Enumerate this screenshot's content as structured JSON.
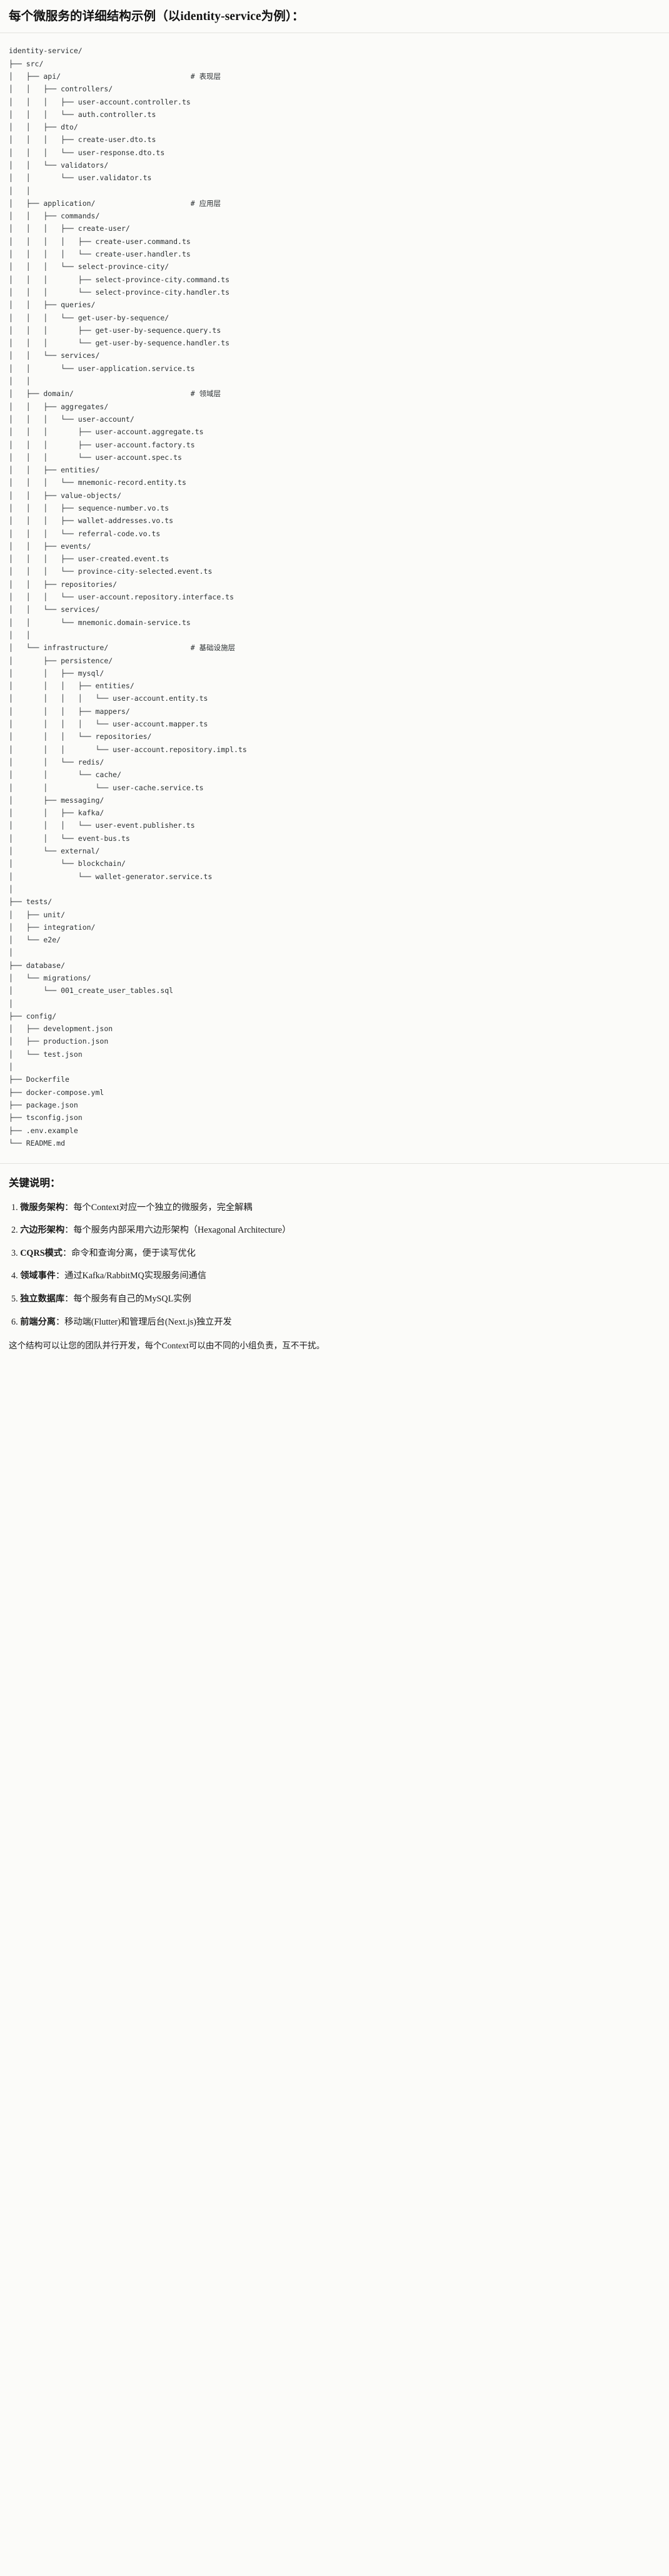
{
  "header": {
    "title": "每个微服务的详细结构示例（以identity-service为例）："
  },
  "tree": {
    "root": "identity-service/",
    "text": "identity-service/\n├── src/\n│   ├── api/                              # 表现层\n│   │   ├── controllers/\n│   │   │   ├── user-account.controller.ts\n│   │   │   └── auth.controller.ts\n│   │   ├── dto/\n│   │   │   ├── create-user.dto.ts\n│   │   │   └── user-response.dto.ts\n│   │   └── validators/\n│   │       └── user.validator.ts\n│   │\n│   ├── application/                      # 应用层\n│   │   ├── commands/\n│   │   │   ├── create-user/\n│   │   │   │   ├── create-user.command.ts\n│   │   │   │   └── create-user.handler.ts\n│   │   │   └── select-province-city/\n│   │   │       ├── select-province-city.command.ts\n│   │   │       └── select-province-city.handler.ts\n│   │   ├── queries/\n│   │   │   └── get-user-by-sequence/\n│   │   │       ├── get-user-by-sequence.query.ts\n│   │   │       └── get-user-by-sequence.handler.ts\n│   │   └── services/\n│   │       └── user-application.service.ts\n│   │\n│   ├── domain/                           # 领域层\n│   │   ├── aggregates/\n│   │   │   └── user-account/\n│   │   │       ├── user-account.aggregate.ts\n│   │   │       ├── user-account.factory.ts\n│   │   │       └── user-account.spec.ts\n│   │   ├── entities/\n│   │   │   └── mnemonic-record.entity.ts\n│   │   ├── value-objects/\n│   │   │   ├── sequence-number.vo.ts\n│   │   │   ├── wallet-addresses.vo.ts\n│   │   │   └── referral-code.vo.ts\n│   │   ├── events/\n│   │   │   ├── user-created.event.ts\n│   │   │   └── province-city-selected.event.ts\n│   │   ├── repositories/\n│   │   │   └── user-account.repository.interface.ts\n│   │   └── services/\n│   │       └── mnemonic.domain-service.ts\n│   │\n│   └── infrastructure/                   # 基础设施层\n│       ├── persistence/\n│       │   ├── mysql/\n│       │   │   ├── entities/\n│       │   │   │   └── user-account.entity.ts\n│       │   │   ├── mappers/\n│       │   │   │   └── user-account.mapper.ts\n│       │   │   └── repositories/\n│       │   │       └── user-account.repository.impl.ts\n│       │   └── redis/\n│       │       └── cache/\n│       │           └── user-cache.service.ts\n│       ├── messaging/\n│       │   ├── kafka/\n│       │   │   └── user-event.publisher.ts\n│       │   └── event-bus.ts\n│       └── external/\n│           └── blockchain/\n│               └── wallet-generator.service.ts\n│\n├── tests/\n│   ├── unit/\n│   ├── integration/\n│   └── e2e/\n│\n├── database/\n│   └── migrations/\n│       └── 001_create_user_tables.sql\n│\n├── config/\n│   ├── development.json\n│   ├── production.json\n│   └── test.json\n│\n├── Dockerfile\n├── docker-compose.yml\n├── package.json\n├── tsconfig.json\n├── .env.example\n└── README.md",
    "layer_comments": [
      {
        "path": "api/",
        "comment": "# 表现层"
      },
      {
        "path": "application/",
        "comment": "# 应用层"
      },
      {
        "path": "domain/",
        "comment": "# 领域层"
      },
      {
        "path": "infrastructure/",
        "comment": "# 基础设施层"
      }
    ]
  },
  "notes": {
    "heading": "关键说明：",
    "items": [
      {
        "index": "1.",
        "term": "微服务架构",
        "desc": "：每个Context对应一个独立的微服务，完全解耦"
      },
      {
        "index": "2.",
        "term": "六边形架构",
        "desc": "：每个服务内部采用六边形架构（Hexagonal Architecture）"
      },
      {
        "index": "3.",
        "term": "CQRS模式",
        "desc": "：命令和查询分离，便于读写优化"
      },
      {
        "index": "4.",
        "term": "领域事件",
        "desc": "：通过Kafka/RabbitMQ实现服务间通信"
      },
      {
        "index": "5.",
        "term": "独立数据库",
        "desc": "：每个服务有自己的MySQL实例"
      },
      {
        "index": "6.",
        "term": "前端分离",
        "desc": "：移动端(Flutter)和管理后台(Next.js)独立开发"
      }
    ],
    "closing": "这个结构可以让您的团队并行开发，每个Context可以由不同的小组负责，互不干扰。"
  },
  "colors": {
    "page_background": "#fbfbf9",
    "text": "#1a1a1a",
    "code_text": "#2b3033",
    "divider": "#e3e3df"
  }
}
